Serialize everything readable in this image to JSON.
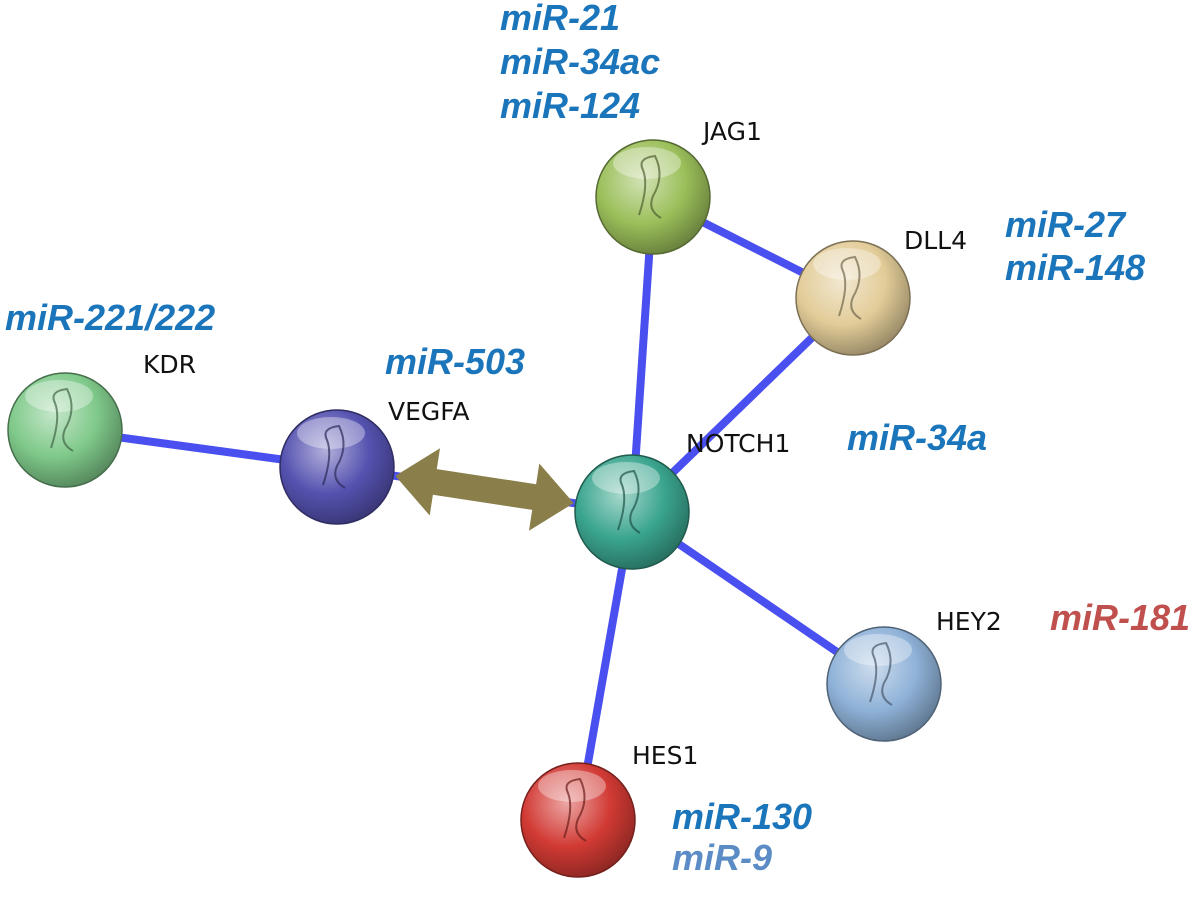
{
  "colors": {
    "edge": "#4a4ff0",
    "arrow": "#8a7f4a",
    "mirna_blue": "#1b75bb",
    "mirna_red": "#c0504d",
    "mirna_light_blue": "#5b8cc6"
  },
  "nodes": [
    {
      "id": "KDR",
      "label": "KDR",
      "color": "#7fc98a"
    },
    {
      "id": "VEGFA",
      "label": "VEGFA",
      "color": "#5552b0"
    },
    {
      "id": "NOTCH1",
      "label": "NOTCH1",
      "color": "#3aa58e"
    },
    {
      "id": "JAG1",
      "label": "JAG1",
      "color": "#9bbf5a"
    },
    {
      "id": "DLL4",
      "label": "DLL4",
      "color": "#e2cc98"
    },
    {
      "id": "HEY2",
      "label": "HEY2",
      "color": "#8fb2d8"
    },
    {
      "id": "HES1",
      "label": "HES1",
      "color": "#d23a34"
    }
  ],
  "edges": [
    {
      "from": "KDR",
      "to": "VEGFA"
    },
    {
      "from": "NOTCH1",
      "to": "JAG1"
    },
    {
      "from": "JAG1",
      "to": "DLL4"
    },
    {
      "from": "DLL4",
      "to": "NOTCH1"
    },
    {
      "from": "NOTCH1",
      "to": "HEY2"
    },
    {
      "from": "NOTCH1",
      "to": "HES1"
    },
    {
      "from": "VEGFA",
      "to": "NOTCH1"
    }
  ],
  "double_arrow": {
    "from": "VEGFA",
    "to": "NOTCH1"
  },
  "mirnas": [
    {
      "target": "JAG1",
      "lines": [
        "miR-21",
        "miR-34ac",
        "miR-124"
      ],
      "color": "#1b75bb"
    },
    {
      "target": "DLL4",
      "lines": [
        "miR-27",
        "miR-148"
      ],
      "color": "#1b75bb"
    },
    {
      "target": "KDR",
      "lines": [
        "miR-221/222"
      ],
      "color": "#1b75bb"
    },
    {
      "target": "VEGFA",
      "lines": [
        "miR-503"
      ],
      "color": "#1b75bb"
    },
    {
      "target": "NOTCH1",
      "lines": [
        "miR-34a"
      ],
      "color": "#1b75bb"
    },
    {
      "target": "HEY2",
      "lines": [
        "miR-181"
      ],
      "color": "#c0504d"
    },
    {
      "target": "HES1",
      "lines": [
        "miR-130"
      ],
      "color": "#1b75bb"
    },
    {
      "target": "HES1",
      "lines": [
        "miR-9"
      ],
      "color": "#5b8cc6"
    }
  ]
}
